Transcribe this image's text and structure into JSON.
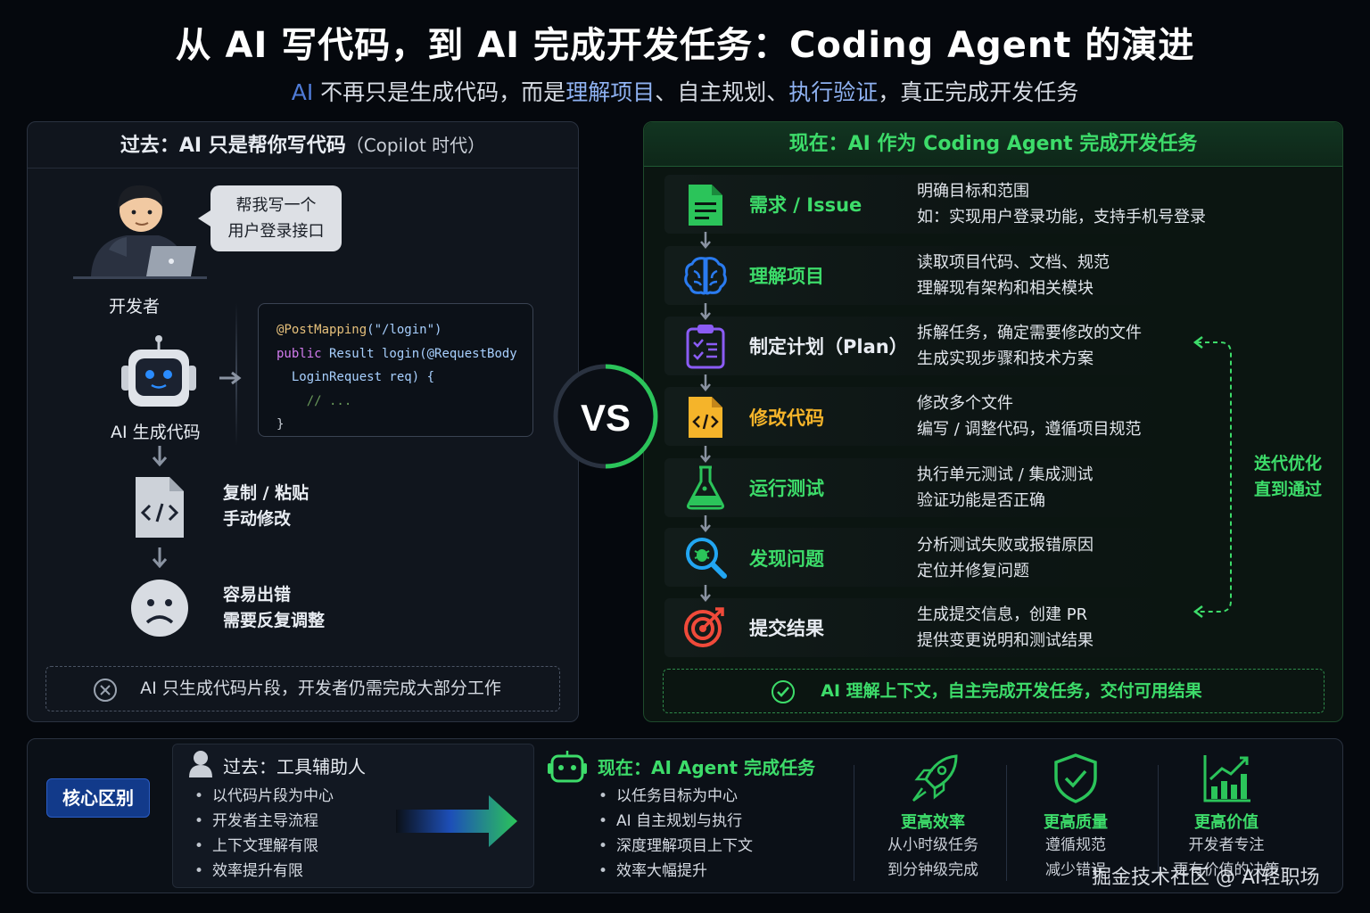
{
  "header": {
    "title": "从 AI 写代码，到 AI 完成开发任务：Coding Agent 的演进",
    "subtitle_ai": "AI",
    "subtitle_p1": " 不再只是生成代码，而是",
    "subtitle_h1": "理解项目",
    "subtitle_p2": "、自主规划、",
    "subtitle_h2": "执行验证",
    "subtitle_p3": "，真正完成开发任务"
  },
  "past": {
    "heading": "过去：AI 只是帮你写代码",
    "heading_note": "（Copilot 时代）",
    "developer_label": "开发者",
    "bubble_line1": "帮我写一个",
    "bubble_line2": "用户登录接口",
    "ai_label": "AI 生成代码",
    "code_lines": [
      "@PostMapping(\"/login\")",
      "public Result login(@RequestBody",
      "  LoginRequest req) {",
      "    // ...",
      "}"
    ],
    "step1_line1": "复制 / 粘贴",
    "step1_line2": "手动修改",
    "step2_line1": "容易出错",
    "step2_line2": "需要反复调整",
    "footer": "AI 只生成代码片段，开发者仍需完成大部分工作"
  },
  "vs": "VS",
  "present": {
    "heading": "现在：AI 作为 Coding Agent 完成开发任务",
    "steps": [
      {
        "label": "需求 / Issue",
        "color": "#3ddc6a",
        "icon": "document-icon",
        "desc1": "明确目标和范围",
        "desc2": "如：实现用户登录功能，支持手机号登录"
      },
      {
        "label": "理解项目",
        "color": "#3ddc6a",
        "icon": "brain-icon",
        "desc1": "读取项目代码、文档、规范",
        "desc2": "理解现有架构和相关模块"
      },
      {
        "label": "制定计划（Plan）",
        "color": "#e8ecf2",
        "icon": "clipboard-icon",
        "desc1": "拆解任务，确定需要修改的文件",
        "desc2": "生成实现步骤和技术方案"
      },
      {
        "label": "修改代码",
        "color": "#f5b42a",
        "icon": "code-file-icon",
        "desc1": "修改多个文件",
        "desc2": "编写 / 调整代码，遵循项目规范"
      },
      {
        "label": "运行测试",
        "color": "#3ddc6a",
        "icon": "flask-icon",
        "desc1": "执行单元测试 / 集成测试",
        "desc2": "验证功能是否正确"
      },
      {
        "label": "发现问题",
        "color": "#3ddc6a",
        "icon": "magnifier-bug-icon",
        "desc1": "分析测试失败或报错原因",
        "desc2": "定位并修复问题"
      },
      {
        "label": "提交结果",
        "color": "#e8ecf2",
        "icon": "target-icon",
        "desc1": "生成提交信息，创建 PR",
        "desc2": "提供变更说明和测试结果"
      }
    ],
    "iterate_line1": "迭代优化",
    "iterate_line2": "直到通过",
    "footer": "AI 理解上下文，自主完成开发任务，交付可用结果"
  },
  "summary": {
    "core_label": "核心区别",
    "past_title": "过去：工具辅助人",
    "past_items": [
      "以代码片段为中心",
      "开发者主导流程",
      "上下文理解有限",
      "效率提升有限"
    ],
    "now_title": "现在：AI Agent 完成任务",
    "now_items": [
      "以任务目标为中心",
      "AI 自主规划与执行",
      "深度理解项目上下文",
      "效率大幅提升"
    ],
    "benefits": [
      {
        "icon": "rocket-icon",
        "title": "更高效率",
        "line1": "从小时级任务",
        "line2": "到分钟级完成"
      },
      {
        "icon": "shield-check-icon",
        "title": "更高质量",
        "line1": "遵循规范",
        "line2": "减少错误"
      },
      {
        "icon": "growth-chart-icon",
        "title": "更高价值",
        "line1": "开发者专注",
        "line2": "更有价值的决策"
      }
    ]
  },
  "watermark": "掘金技术社区 @ AI轻职场",
  "colors": {
    "green": "#3ddc6a",
    "blue": "#2a7bf0",
    "orange": "#f5b42a",
    "purple": "#8b5cf6",
    "red": "#f04a3a",
    "cyan": "#22a6f2"
  }
}
